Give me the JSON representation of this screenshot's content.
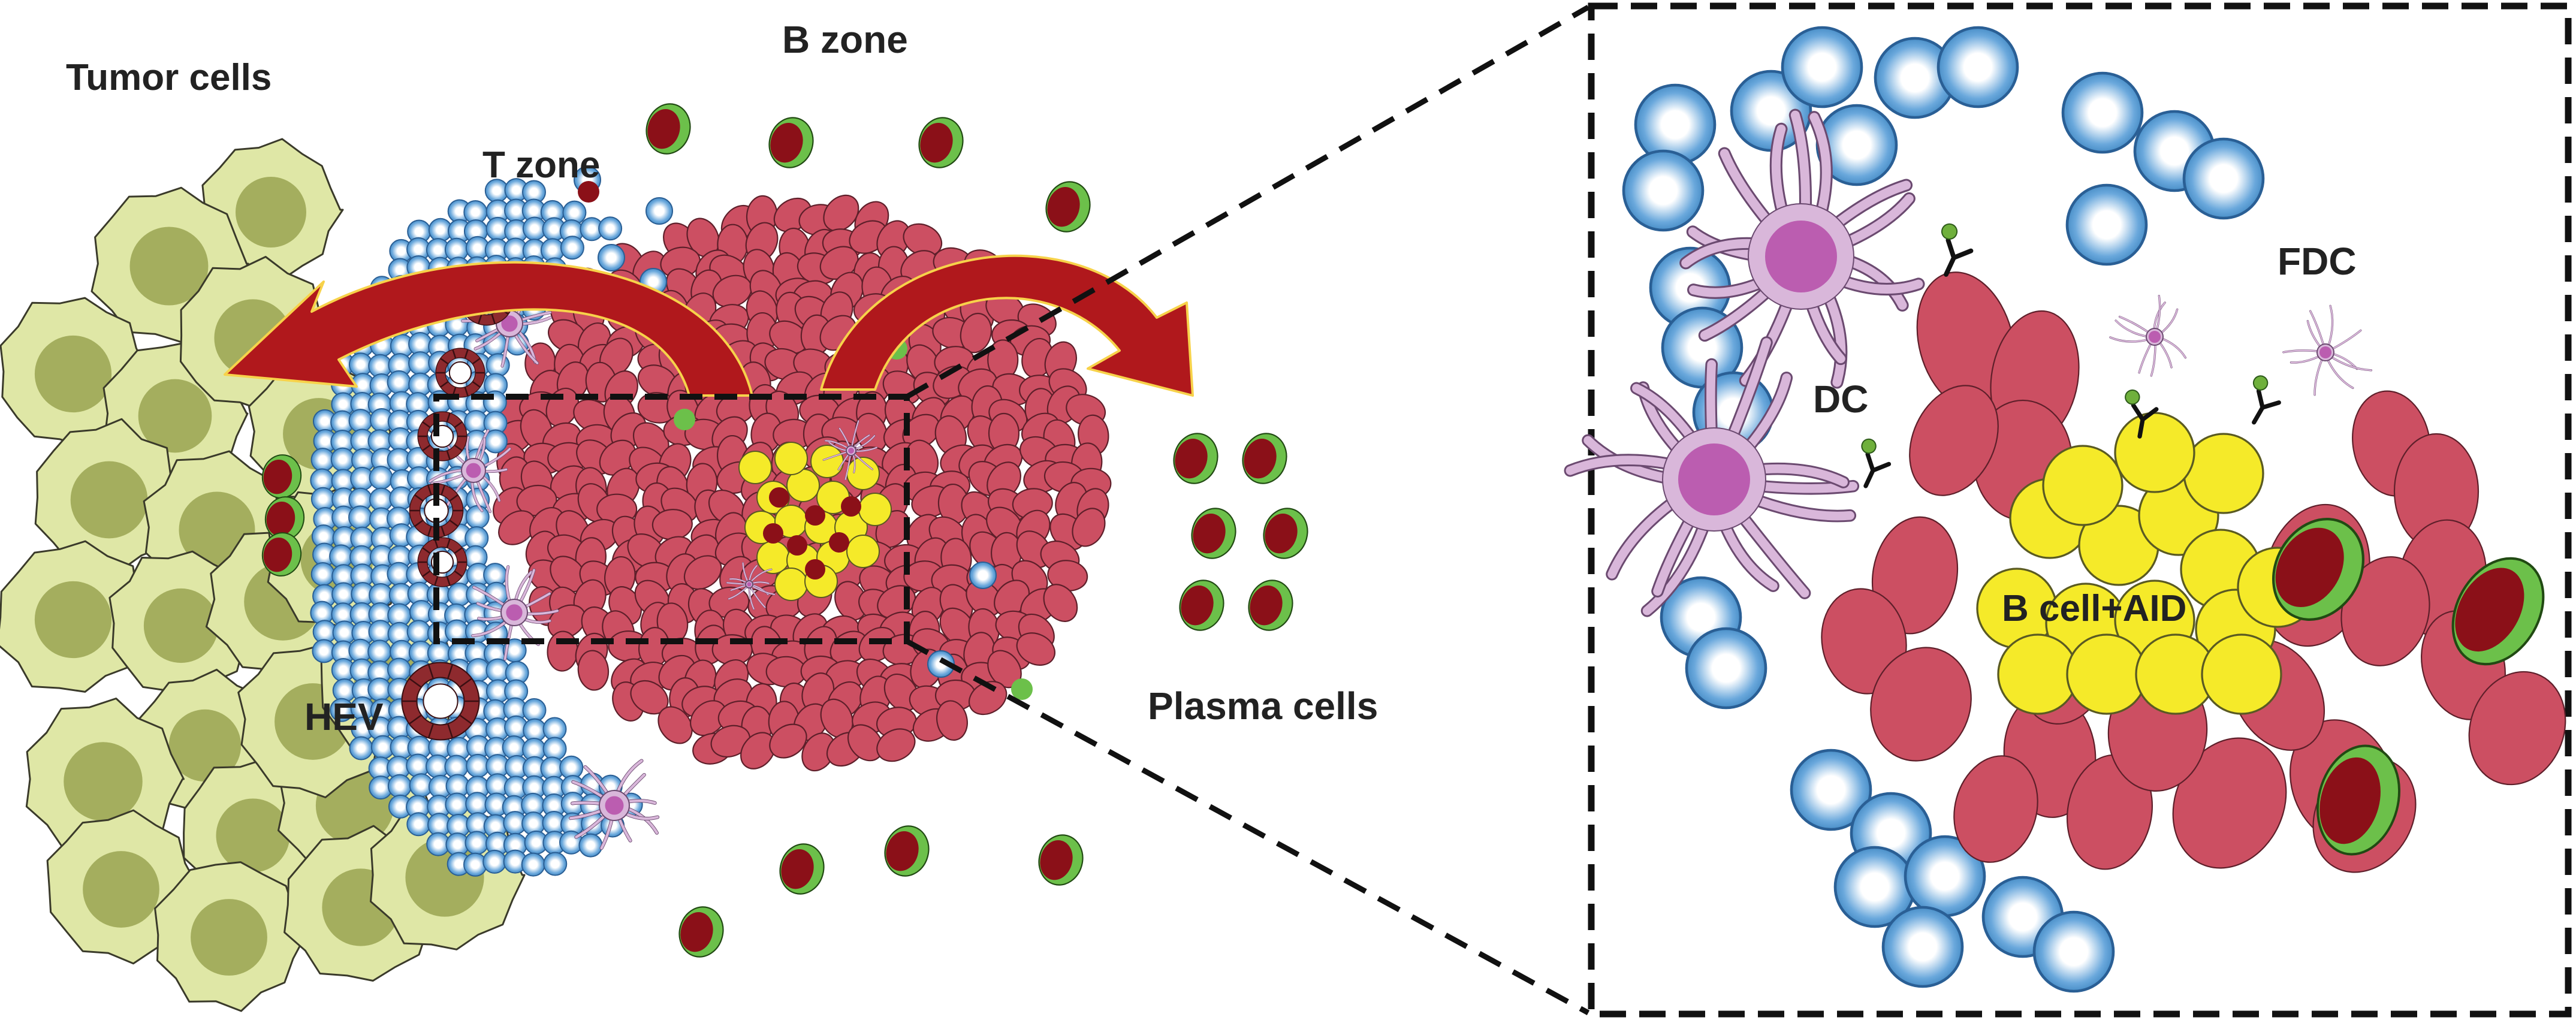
{
  "labels": {
    "tumor_cells": "Tumor cells",
    "b_zone": "B zone",
    "t_zone": "T zone",
    "hev": "HEV",
    "plasma_cells": "Plasma cells",
    "dc": "DC",
    "fdc": "FDC",
    "b_cell_aid": "B cell+AID"
  },
  "colors": {
    "tumor_fill": "#dfe7a6",
    "tumor_nucleus": "#a4ae5e",
    "t_cell": "#4f95cf",
    "b_cell": "#cc4f62",
    "gc_b_cell": "#f5ea29",
    "plasma_outer": "#6cc04a",
    "plasma_inner": "#8b1018",
    "dendritic": "#d9b7da",
    "dendritic_nucleus": "#bb5db0",
    "arrow": "#b0181c",
    "hev": "#8e2a2e"
  },
  "icons": {
    "antibody": "antibody-y-icon",
    "antigen": "antigen-dot-icon"
  }
}
